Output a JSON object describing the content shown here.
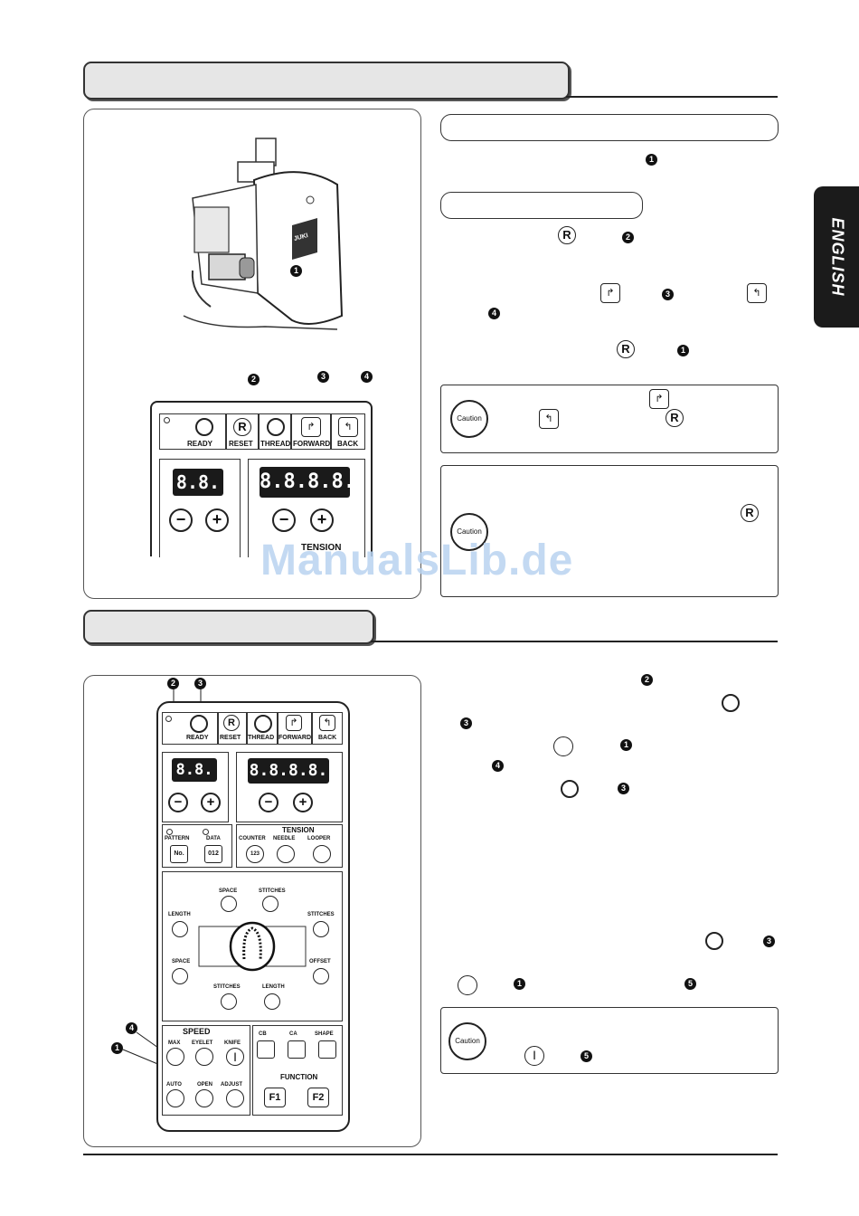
{
  "side_tab": {
    "label": "ENGLISH"
  },
  "watermark": {
    "text": "ManualsLib.de"
  },
  "section1": {
    "diagram_top": {
      "logo": "JUKI",
      "callout": "1"
    },
    "panel": {
      "callouts": [
        "2",
        "3",
        "4"
      ],
      "buttons": [
        "READY",
        "RESET",
        "THREAD",
        "FORWARD",
        "BACK"
      ],
      "reset_key": "R",
      "lcd_small": "8.8.",
      "lcd_large": "8.8.8.8.",
      "tension_label": "TENSION"
    },
    "refs": {
      "r_key": "R",
      "n1": "1",
      "n2": "2",
      "n3": "3",
      "n4": "4"
    },
    "caution_word": "Caution"
  },
  "section2": {
    "panel": {
      "callouts": [
        "2",
        "3",
        "4",
        "1",
        "5"
      ],
      "top_buttons": [
        "READY",
        "RESET",
        "THREAD",
        "FORWARD",
        "BACK"
      ],
      "reset_key": "R",
      "lcd_small": "8.8.",
      "lcd_large": "8.8.8.8.",
      "tension_label": "TENSION",
      "row_keys": [
        "PATTERN",
        "DATA",
        "COUNTER",
        "NEEDLE",
        "LOOPER"
      ],
      "row_key_glyphs": [
        "No.",
        "012",
        "123",
        "",
        ""
      ],
      "mid_keys": [
        "SPACE",
        "STITCHES",
        "LENGTH",
        "STITCHES",
        "SPACE",
        "OFFSET",
        "STITCHES",
        "LENGTH"
      ],
      "speed_label": "SPEED",
      "bottom_keys": [
        "MAX",
        "EYELET",
        "KNIFE",
        "CB",
        "CA",
        "SHAPE"
      ],
      "bottom_keys2": [
        "AUTO",
        "OPEN",
        "ADJUST"
      ],
      "function_label": "FUNCTION",
      "function_keys": [
        "F1",
        "F2"
      ]
    },
    "refs": {
      "n1": "1",
      "n2": "2",
      "n3": "3",
      "n4": "4",
      "n5": "5"
    },
    "caution_word": "Caution"
  }
}
